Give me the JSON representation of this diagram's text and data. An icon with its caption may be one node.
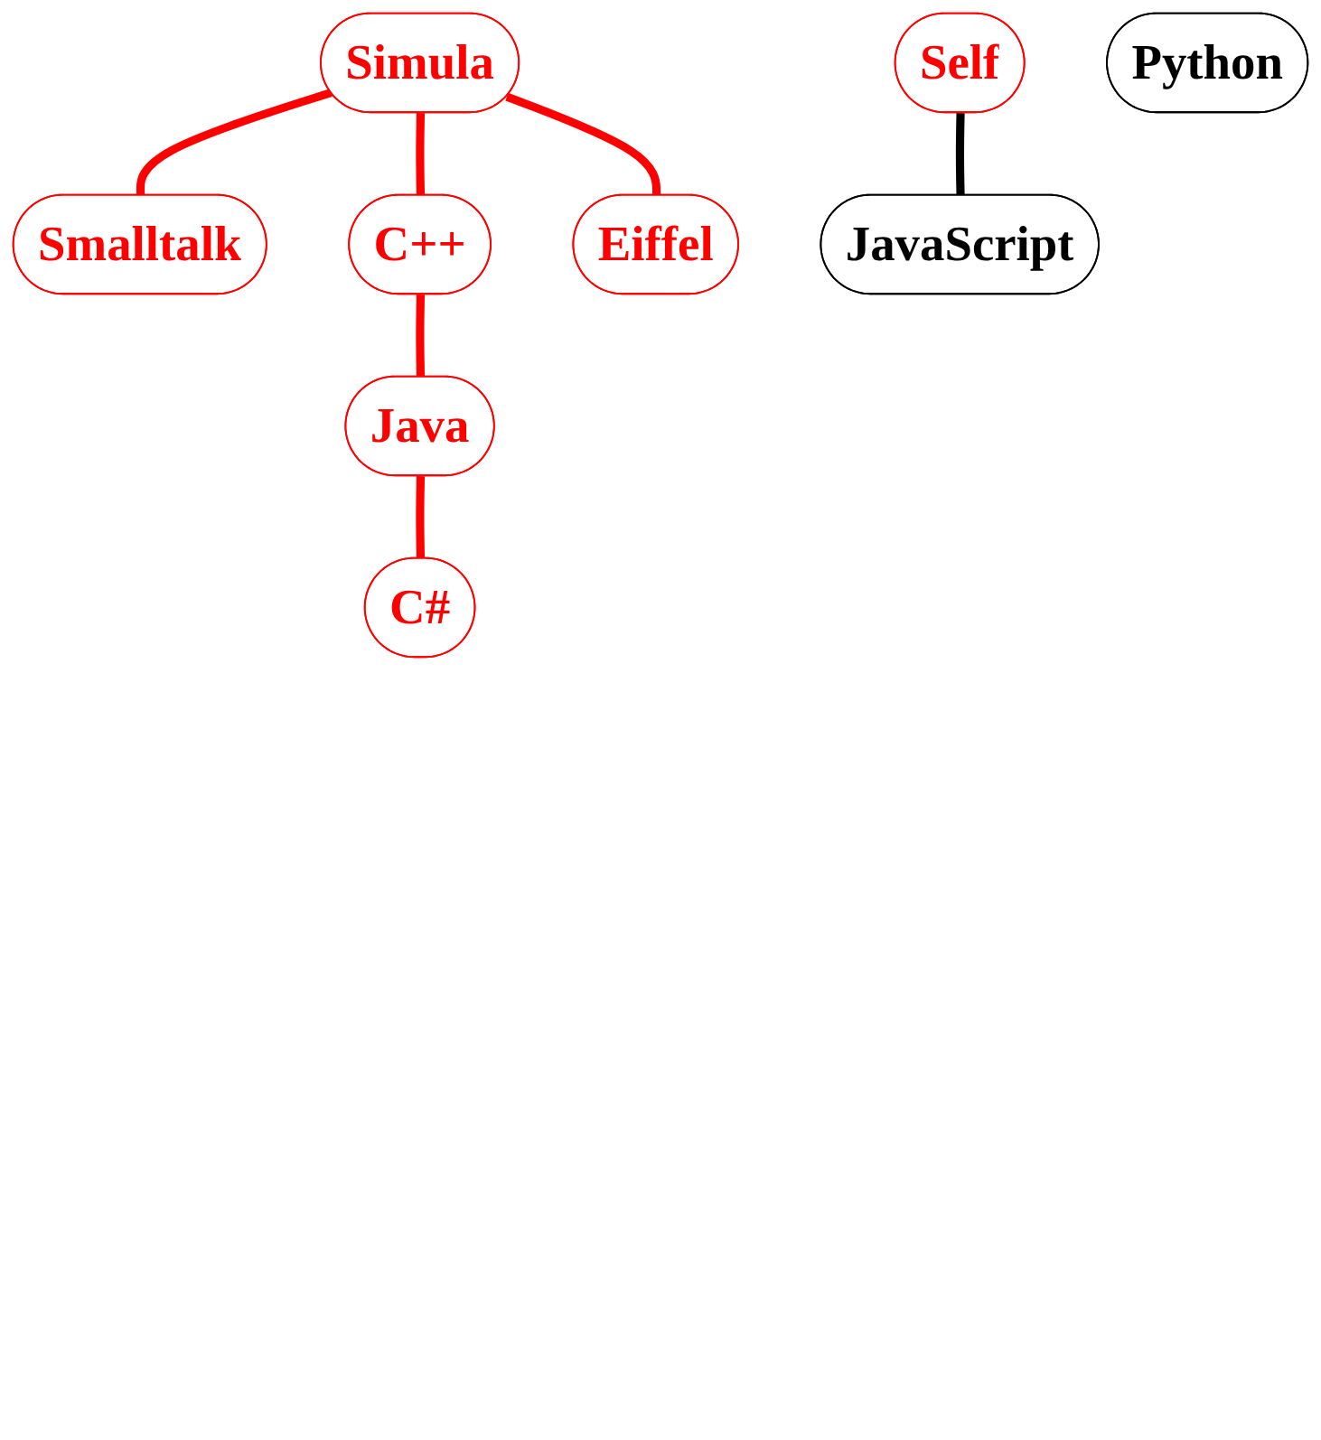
{
  "diagram": {
    "nodes": [
      {
        "text": [
          "Simula"
        ]
      },
      {
        "text": [
          "Smalltalk"
        ]
      },
      {
        "text": [
          "C++"
        ]
      },
      {
        "text": [
          "Self"
        ]
      },
      {
        "text": [
          "Eiffel"
        ]
      },
      {
        "text": [
          "Java"
        ]
      },
      {
        "text": [
          "Python"
        ]
      },
      {
        "text": [
          "JavaScript"
        ]
      },
      {
        "text": [
          "C#"
        ]
      }
    ],
    "edges": [
      {
        "from": 0,
        "to": 1,
        "arrow": "none"
      },
      {
        "from": 0,
        "to": 2,
        "arrow": "none"
      },
      {
        "from": 0,
        "to": 4,
        "arrow": "none"
      },
      {
        "from": 2,
        "to": 5,
        "arrow": "none"
      },
      {
        "from": 3,
        "to": 7,
        "arrow": "none",
        "color": "#000000"
      },
      {
        "from": 5,
        "to": 8,
        "arrow": "none"
      }
    ]
  }
}
